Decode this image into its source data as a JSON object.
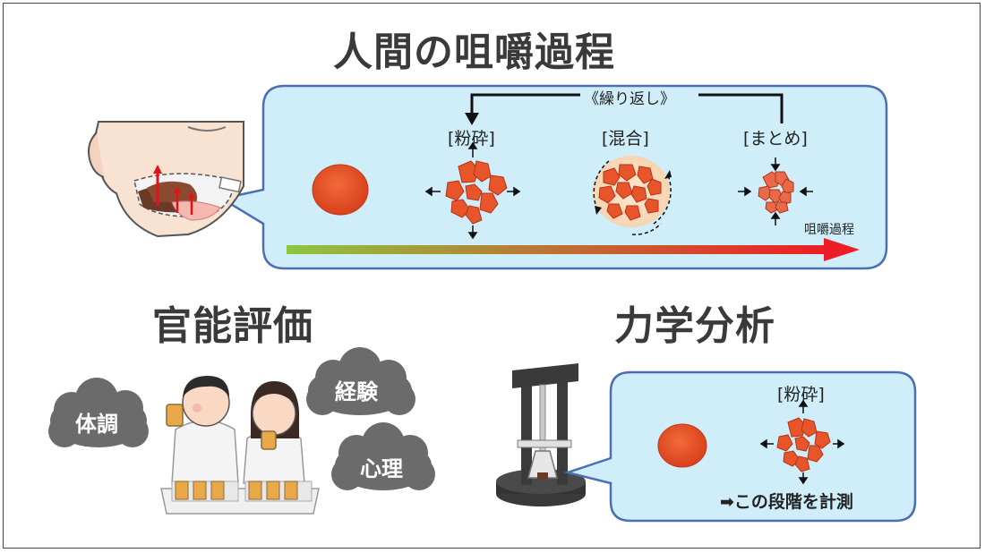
{
  "titles": {
    "main": "人間の咀嚼過程",
    "sensory": "官能評価",
    "mechanical": "力学分析"
  },
  "process": {
    "repeat_label": "《繰り返し》",
    "crush_label": "[粉砕]",
    "mix_label": "[混合]",
    "gather_label": "[まとめ]",
    "axis_label": "咀嚼過程"
  },
  "sensory": {
    "clouds": [
      "体調",
      "経験",
      "心理"
    ]
  },
  "mechanical": {
    "crush_label": "[粉砕]",
    "measure_label": "➡この段階を計測"
  },
  "colors": {
    "bubble_fill": "#cfeefa",
    "bubble_stroke": "#4a6fb5",
    "food": "#e8552a",
    "cloud": "#6b6b6b",
    "gradient_start": "#8dc63f",
    "gradient_end": "#ee1c25"
  },
  "icons": {
    "face": "face-side-icon",
    "tester": "food-tester-stand-icon",
    "people": "sensory-panel-people-icon"
  }
}
